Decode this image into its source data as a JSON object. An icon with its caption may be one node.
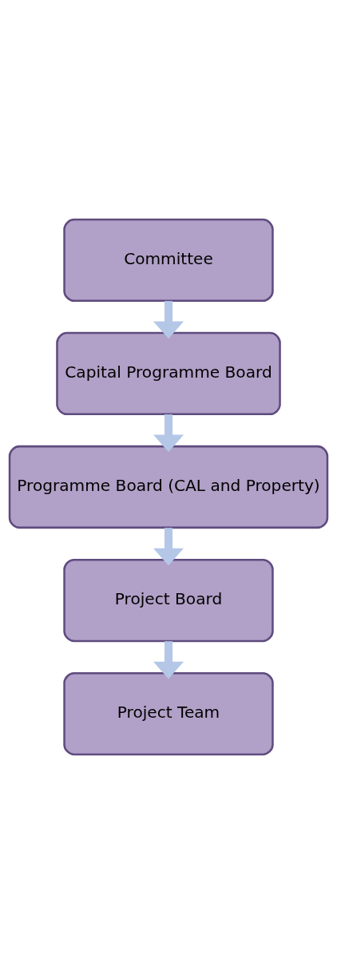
{
  "diagram": {
    "nodes": [
      {
        "text": [
          "Committee"
        ]
      },
      {
        "text": [
          "Capital Programme Board"
        ]
      },
      {
        "text": [
          "Programme Board (CAL and Property)"
        ]
      },
      {
        "text": [
          "Project Board"
        ]
      },
      {
        "text": [
          "Project Team"
        ]
      }
    ],
    "edges": [
      {
        "from": 0,
        "to": 1,
        "arrow": "to"
      },
      {
        "from": 1,
        "to": 2,
        "arrow": "to"
      },
      {
        "from": 2,
        "to": 3,
        "arrow": "to"
      },
      {
        "from": 3,
        "to": 4,
        "arrow": "to"
      }
    ]
  }
}
